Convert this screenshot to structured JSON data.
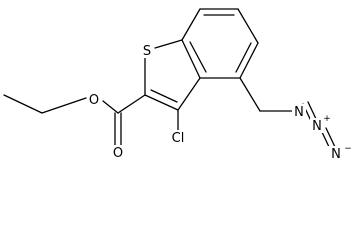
{
  "molecule": {
    "atoms": {
      "sulfur": "S",
      "ester_oxygen": "O",
      "carbonyl_oxygen": "O",
      "chlorine": "Cl",
      "azide_n1": "N",
      "azide_n2": "N",
      "azide_n3": "N"
    },
    "charges": {
      "azide_n2": "+",
      "azide_n3": "−"
    }
  },
  "colors": {
    "bond": "#000000",
    "text": "#000000",
    "background": "#ffffff"
  }
}
